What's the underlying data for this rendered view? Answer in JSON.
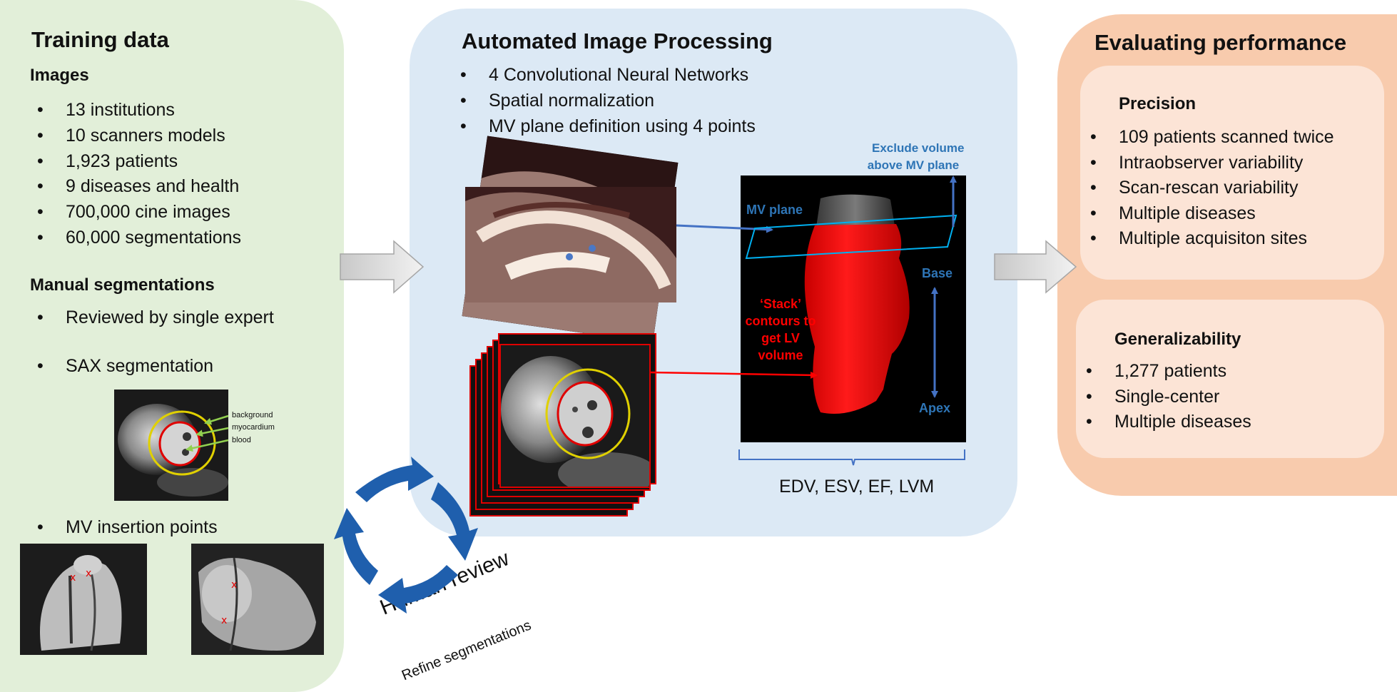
{
  "training": {
    "title": "Training data",
    "images_heading": "Images",
    "images_items": [
      "13 institutions",
      "10 scanners models",
      "1,923 patients",
      "9 diseases and health",
      "700,000 cine images",
      "60,000 segmentations"
    ],
    "manual_heading": "Manual segmentations",
    "manual_item_1": "Reviewed by single expert",
    "manual_item_2": "SAX segmentation",
    "seg_labels": [
      "background",
      "myocardium",
      "blood"
    ],
    "mv_item": "MV insertion points"
  },
  "automated": {
    "title": "Automated Image Processing",
    "items": [
      "4 Convolutional Neural Networks",
      "Spatial normalization",
      "MV plane definition using 4 points"
    ],
    "exclude_label_1": "Exclude volume",
    "exclude_label_2": "above MV plane",
    "mv_plane_label": "MV plane",
    "base_label": "Base",
    "apex_label": "Apex",
    "stack_label_lines": [
      "‘Stack’",
      "contours to",
      "get LV",
      "volume"
    ],
    "metrics": "EDV, ESV, EF, LVM"
  },
  "review": {
    "label": "Human review",
    "sublabel": "Refine segmentations"
  },
  "evaluation": {
    "title": "Evaluating performance",
    "precision_heading": "Precision",
    "precision_items": [
      "109 patients scanned twice",
      "Intraobserver variability",
      "Scan-rescan variability",
      "Multiple diseases",
      "Multiple acquisiton sites"
    ],
    "general_heading": "Generalizability",
    "general_items": [
      "1,277 patients",
      "Single-center",
      "Multiple diseases"
    ]
  },
  "colors": {
    "training_bg": "#e2efd9",
    "automated_bg": "#dce9f5",
    "evaluation_bg": "#f8cbad",
    "evaluation_inner_bg": "#fce4d6",
    "accent_blue": "#2e75b6",
    "cycle_blue": "#1f5fad",
    "contour_red": "#ff0000"
  }
}
